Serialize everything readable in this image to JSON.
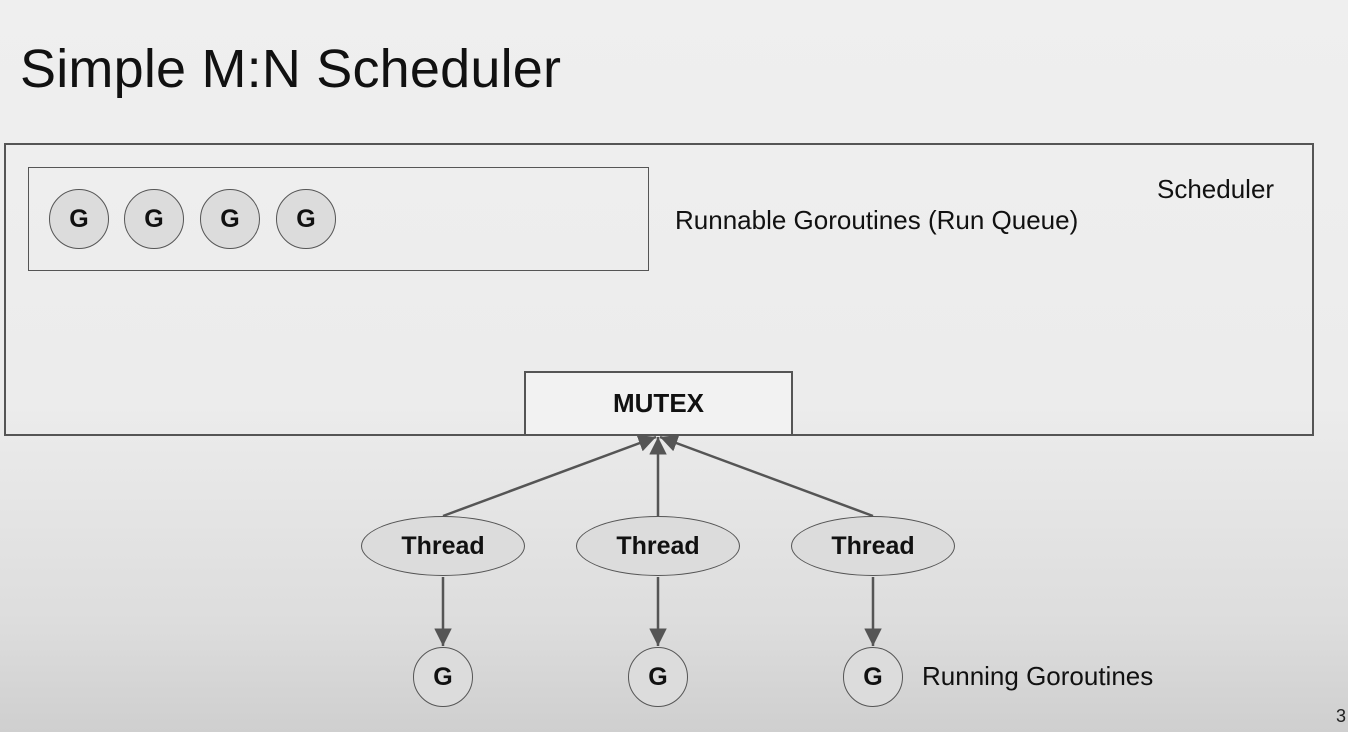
{
  "title": "Simple M:N Scheduler",
  "scheduler": {
    "label": "Scheduler",
    "run_queue_label": "Runnable Goroutines (Run Queue)",
    "run_queue": [
      "G",
      "G",
      "G",
      "G"
    ],
    "mutex_label": "MUTEX"
  },
  "threads": [
    {
      "label": "Thread",
      "goroutine": "G"
    },
    {
      "label": "Thread",
      "goroutine": "G"
    },
    {
      "label": "Thread",
      "goroutine": "G"
    }
  ],
  "running_label": "Running Goroutines",
  "page_number": "3"
}
